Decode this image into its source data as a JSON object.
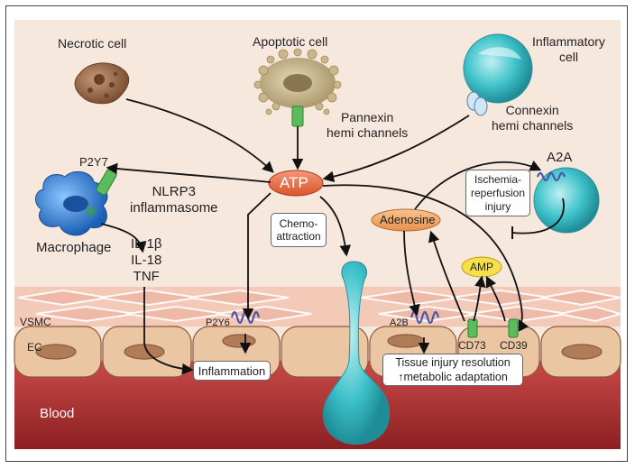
{
  "labels": {
    "necrotic_cell": "Necrotic cell",
    "apoptotic_cell": "Apoptotic cell",
    "inflammatory_cell": "Inflammatory\ncell",
    "pannexin": "Pannexin\nhemi channels",
    "connexin": "Connexin\nhemi channels",
    "p2y7": "P2Y7",
    "nlrp3": "NLRP3\ninflammasome",
    "macrophage": "Macrophage",
    "cytokines": "IL-1β\nIL-18\nTNF",
    "atp": "ATP",
    "chemoattraction": "Chemo-\nattraction",
    "adenosine": "Adenosine",
    "a2a": "A2A",
    "ischemia": "Ischemia-\nreperfusion\ninjury",
    "amp": "AMP",
    "vsmc": "VSMC",
    "ec": "EC",
    "p2y6": "P2Y6",
    "a2b": "A2B",
    "cd73": "CD73",
    "cd39": "CD39",
    "inflammation": "Inflammation",
    "resolution": "Tissue injury resolution\n↑metabolic adaptation",
    "blood": "Blood"
  },
  "colors": {
    "atp_fill": "#e8673f",
    "adenosine_fill": "#f0a860",
    "amp_fill": "#f6e04a",
    "macrophage": "#2e7fd6",
    "inflammatory_cell": "#3cbfc8",
    "necrotic_cell": "#9a6a4a",
    "apoptotic_cell": "#c8b48a",
    "receptor": "#5560a8",
    "channel": "#5ab85a",
    "blood": "#a82a2a",
    "endothelium": "#e9c3a2",
    "background": "#f6e6dc"
  }
}
